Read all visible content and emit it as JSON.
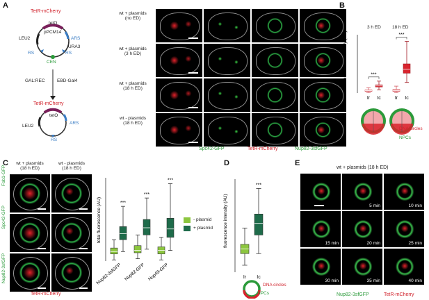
{
  "panels": {
    "A": {
      "letter": "A",
      "plasmid": {
        "top_label": "TetR-mCherry",
        "tetO": "tetO",
        "name": "pPCM14",
        "leu2": "LEU2",
        "ars": "ARS",
        "rs_left": "RS",
        "rs_right": "RS",
        "ura3": "URA3",
        "cen": "CEN",
        "gal_rec": "GAL:REC",
        "ebd": "EBD-Gal4",
        "bottom_top_label": "TetR-mCherry",
        "bottom_tetO": "tetO",
        "bottom_leu2": "LEU2",
        "bottom_ars": "ARS",
        "bottom_rs": "RS"
      },
      "rows": [
        {
          "line1": "wt + plasmids",
          "line2": "(no ED)"
        },
        {
          "line1": "wt + plasmids",
          "line2": "(3 h ED)"
        },
        {
          "line1": "wt + plasmids",
          "line2": "(18 h ED)"
        },
        {
          "line1": "wt - plasmids",
          "line2": "(18 h ED)"
        }
      ],
      "channels": [
        "Spc42-GFP",
        "TetR-mCherry",
        "Nup82-3sfGFP"
      ]
    },
    "B": {
      "letter": "B",
      "group_labels": [
        "3 h ED",
        "18 h ED"
      ],
      "sig": [
        "***",
        "***"
      ],
      "ylabel": "fluorescence intensity (AU)",
      "legend_dna": "DNA circles",
      "legend_npc": "NPCs"
    },
    "C": {
      "letter": "C",
      "col_labels": [
        {
          "line1": "wt + plasmids",
          "line2": "(18 h ED)"
        },
        {
          "line1": "wt - plasmids",
          "line2": "(18 h ED)"
        }
      ],
      "row_labels": [
        "Fob1-GFP",
        "Spc42-GFP",
        "Nup82-3sfGFP"
      ],
      "bottom_label": "TetR-mCherry",
      "ylabel": "total fluorescence (AU)",
      "legend_minus": "- plasmid",
      "legend_plus": "+ plasmid",
      "sig": [
        "***",
        "***",
        "***"
      ]
    },
    "D": {
      "letter": "D",
      "ylabel": "fluorescence intensity (AU)",
      "sig": "***",
      "legend_dna": "DNA circles",
      "legend_npc": "NPCs"
    },
    "E": {
      "letter": "E",
      "title": "wt + plasmids (18 h ED)",
      "times": [
        "5 min",
        "10 min",
        "15 min",
        "20 min",
        "25 min",
        "30 min",
        "35 min",
        "40 min"
      ],
      "legend_green": "Nup82-3sfGFP",
      "legend_red": "TetR-mCherry"
    }
  },
  "chart_data": [
    {
      "type": "box",
      "panel": "B",
      "categories": [
        "Ir",
        "Ic",
        "Ir",
        "Ic"
      ],
      "groups": [
        "3 h ED",
        "3 h ED",
        "18 h ED",
        "18 h ED"
      ],
      "boxes": [
        {
          "min": 0.2,
          "q1": 0.6,
          "median": 0.9,
          "q3": 1.2,
          "max": 2.0
        },
        {
          "min": 1.2,
          "q1": 2.3,
          "median": 2.7,
          "q3": 3.1,
          "max": 4.5
        },
        {
          "min": 0.2,
          "q1": 0.6,
          "median": 1.0,
          "q3": 1.4,
          "max": 2.6
        },
        {
          "min": 4.0,
          "q1": 7.5,
          "median": 9.0,
          "q3": 11.0,
          "max": 19.5
        }
      ],
      "ylim": [
        0,
        22
      ]
    },
    {
      "type": "box",
      "panel": "C",
      "categories": [
        "Nup82-3sfGFP",
        "Nup82-GFP",
        "Nup49-GFP"
      ],
      "series": [
        {
          "name": "- plasmid",
          "boxes": [
            {
              "min": 0.1,
              "q1": 0.6,
              "median": 0.8,
              "q3": 1.1,
              "max": 1.8
            },
            {
              "min": 0.2,
              "q1": 0.7,
              "median": 0.9,
              "q3": 1.3,
              "max": 2.2
            },
            {
              "min": 0.1,
              "q1": 0.6,
              "median": 0.9,
              "q3": 1.2,
              "max": 2.0
            }
          ]
        },
        {
          "name": "+ plasmid",
          "boxes": [
            {
              "min": 0.8,
              "q1": 1.8,
              "median": 2.3,
              "q3": 2.9,
              "max": 4.6
            },
            {
              "min": 1.0,
              "q1": 2.2,
              "median": 2.8,
              "q3": 3.5,
              "max": 5.3
            },
            {
              "min": 0.9,
              "q1": 2.0,
              "median": 2.7,
              "q3": 3.6,
              "max": 6.5
            }
          ]
        }
      ],
      "ylim": [
        0,
        7
      ]
    },
    {
      "type": "box",
      "panel": "D",
      "categories": [
        "Ir",
        "Ic"
      ],
      "boxes": [
        {
          "min": 0.3,
          "q1": 0.8,
          "median": 1.0,
          "q3": 1.2,
          "max": 1.9
        },
        {
          "min": 0.8,
          "q1": 1.6,
          "median": 2.1,
          "q3": 2.5,
          "max": 3.6
        }
      ],
      "ylim": [
        0,
        4
      ]
    }
  ]
}
